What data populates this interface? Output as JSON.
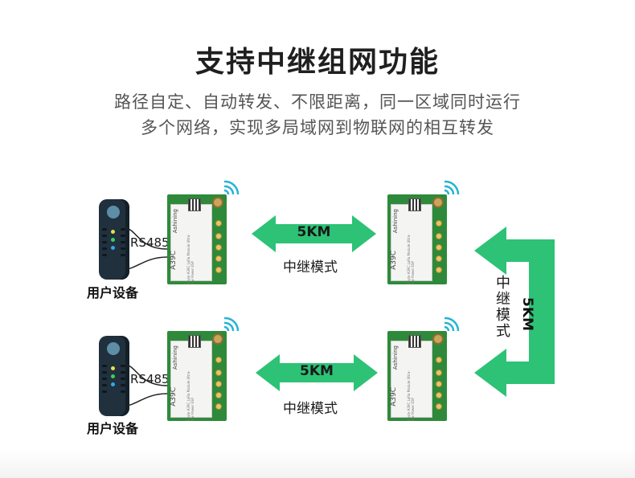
{
  "title": "支持中继组网功能",
  "subtitle_line1": "路径自定、自动转发、不限距离，同一区域同时运行",
  "subtitle_line2": "多个网络，实现多局域网到物联网的相互转发",
  "devices": [
    {
      "interface": "RS485",
      "label": "用户设备"
    },
    {
      "interface": "RS485",
      "label": "用户设备"
    }
  ],
  "module": {
    "brand": "Ashining",
    "model": "A39C",
    "spec_text": "Ebyte A39C LoRa Module Ultra-low Power ESP"
  },
  "links": [
    {
      "distance": "5KM",
      "mode": "中继模式"
    },
    {
      "distance": "5KM",
      "mode": "中继模式"
    }
  ],
  "vertical_link": {
    "distance": "5KM",
    "mode": "中继模式"
  },
  "colors": {
    "accent_green": "#2dc276",
    "pcb_green": "#2e8a3a",
    "device_dark": "#20303d"
  }
}
